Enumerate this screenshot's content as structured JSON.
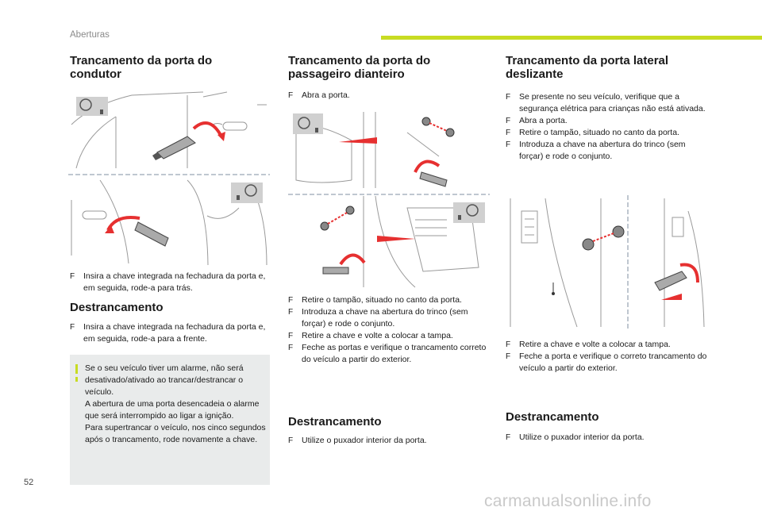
{
  "header": {
    "section": "Aberturas",
    "page_number": "52",
    "watermark": "carmanualsonline.info"
  },
  "colors": {
    "accent": "#c8dc22",
    "arrow": "#e63030",
    "note_bg": "#e9ebeb"
  },
  "col1": {
    "title_line1": "Trancamento da porta do",
    "title_line2": "condutor",
    "step1": "Insira a chave integrada na fechadura da porta e, em seguida, rode-a para trás.",
    "unlock_title": "Destrancamento",
    "unlock_step": "Insira a chave integrada na fechadura da porta e, em seguida, rode-a para a frente.",
    "note": {
      "line1": "Se o seu veículo tiver um alarme, não será desativado/ativado ao trancar/destrancar o veículo.",
      "line2": "A abertura de uma porta desencadeia o alarme que será interrompido ao ligar a ignição.",
      "line3": "Para supertrancar o veículo, nos cinco segundos após o trancamento, rode novamente a chave."
    }
  },
  "col2": {
    "title_line1": "Trancamento da porta do",
    "title_line2": "passageiro dianteiro",
    "step_open": "Abra a porta.",
    "steps": [
      "Retire o tampão, situado no canto da porta.",
      "Introduza a chave na abertura do trinco (sem forçar) e rode o conjunto.",
      "Retire a chave e volte a colocar a tampa.",
      "Feche as portas e verifique o trancamento correto do veículo a partir do exterior."
    ],
    "unlock_title": "Destrancamento",
    "unlock_step": "Utilize o puxador interior da porta."
  },
  "col3": {
    "title_line1": "Trancamento da porta lateral",
    "title_line2": "deslizante",
    "steps_top": [
      "Se presente no seu veículo, verifique que a segurança elétrica para crianças não está ativada.",
      "Abra a porta.",
      "Retire o tampão, situado no canto da porta.",
      "Introduza a chave na abertura do trinco (sem forçar) e rode o conjunto."
    ],
    "steps_bottom": [
      "Retire a chave e volte a colocar a tampa.",
      "Feche a porta e verifique o correto trancamento do veículo a partir do exterior."
    ],
    "unlock_title": "Destrancamento",
    "unlock_step": "Utilize o puxador interior da porta."
  },
  "bullet_marker": "F"
}
